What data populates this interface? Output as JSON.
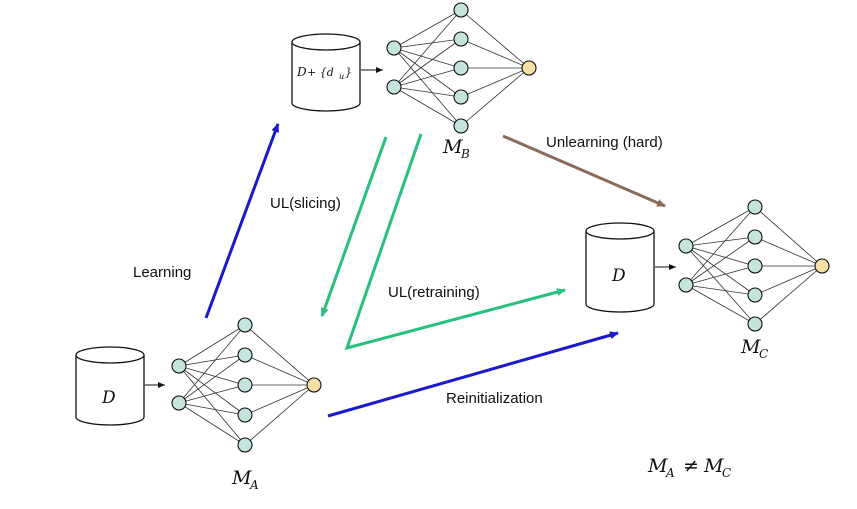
{
  "colors": {
    "learning": "#1a1acc",
    "unlearning_slicing": "#27c07f",
    "unlearning_hard": "#8b6a5a",
    "node_fill": "#c4e4de",
    "output_node_fill": "#f7dfa5",
    "stroke": "#111111"
  },
  "labels": {
    "learning": "Learning",
    "ul_slicing": "UL(slicing)",
    "ul_retraining": "UL(retraining)",
    "unlearning_hard": "Unlearning (hard)",
    "reinitialization": "Reinitialization"
  },
  "datasets": {
    "a": {
      "symbol": "D",
      "extra": ""
    },
    "b": {
      "symbol": "D",
      "extra": "+ {d",
      "extra_sub": "u",
      "extra_close": "}"
    },
    "c": {
      "symbol": "D",
      "extra": ""
    }
  },
  "models": {
    "a": {
      "name": "M",
      "sub": "A"
    },
    "b": {
      "name": "M",
      "sub": "B"
    },
    "c": {
      "name": "M",
      "sub": "C"
    }
  },
  "inequality": {
    "left": "M",
    "left_sub": "A",
    "op": "≠",
    "right": "M",
    "right_sub": "C"
  }
}
